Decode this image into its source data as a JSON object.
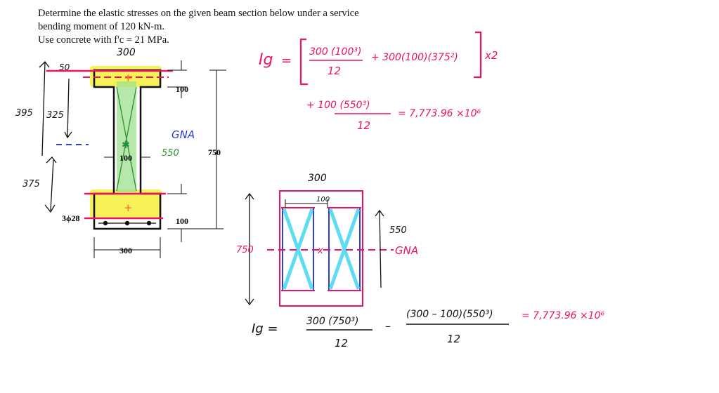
{
  "problem": {
    "line1": "Determine the elastic stresses on the given beam section below under a service",
    "line2": "bending moment of 120 kN-m.",
    "line3": "Use concrete with f'c = 21 MPa."
  },
  "figure": {
    "dim_flange_top": "100",
    "dim_total_depth": "750",
    "dim_flange_bottom": "100",
    "dim_web_width": "100",
    "dim_flange_width": "300",
    "rebar_label": "3ϕ28"
  },
  "handwritten": {
    "top_width": "300",
    "left_395": "395",
    "left_50": "50",
    "left_325": "325",
    "left_375": "375",
    "gna_label": "GNA",
    "gna_550": "550",
    "eq1_lhs": "Ig",
    "eq1_term1_num": "300 (100³)",
    "eq1_term1_den": "12",
    "eq1_term2": "+ 300(100)(375²)",
    "eq1_times2": "x2",
    "eq1_term3_num": "+ 100 (550³)",
    "eq1_term3_den": "12",
    "eq1_result": "= 7,773.96 ×10⁶",
    "rect_top_label": "300",
    "rect_inner_100": "100",
    "rect_left_750": "750",
    "rect_right_550": "550",
    "rect_gna": "GNA",
    "eq2_lhs": "Ig =",
    "eq2_num1": "300 (750³)",
    "eq2_den1": "12",
    "eq2_minus": "–",
    "eq2_num2": "(300 – 100)(550³)",
    "eq2_den2": "12",
    "eq2_result": "= 7,773.96 ×10⁶"
  },
  "colors": {
    "ink": "#111111",
    "magenta": "#ee1166",
    "highlight_yellow": "#f4ef3a",
    "green_web": "#9de08f",
    "cyan": "#41d6f0",
    "blue_ink": "#2b3fd6",
    "orange_plus": "#ff6a2a"
  }
}
